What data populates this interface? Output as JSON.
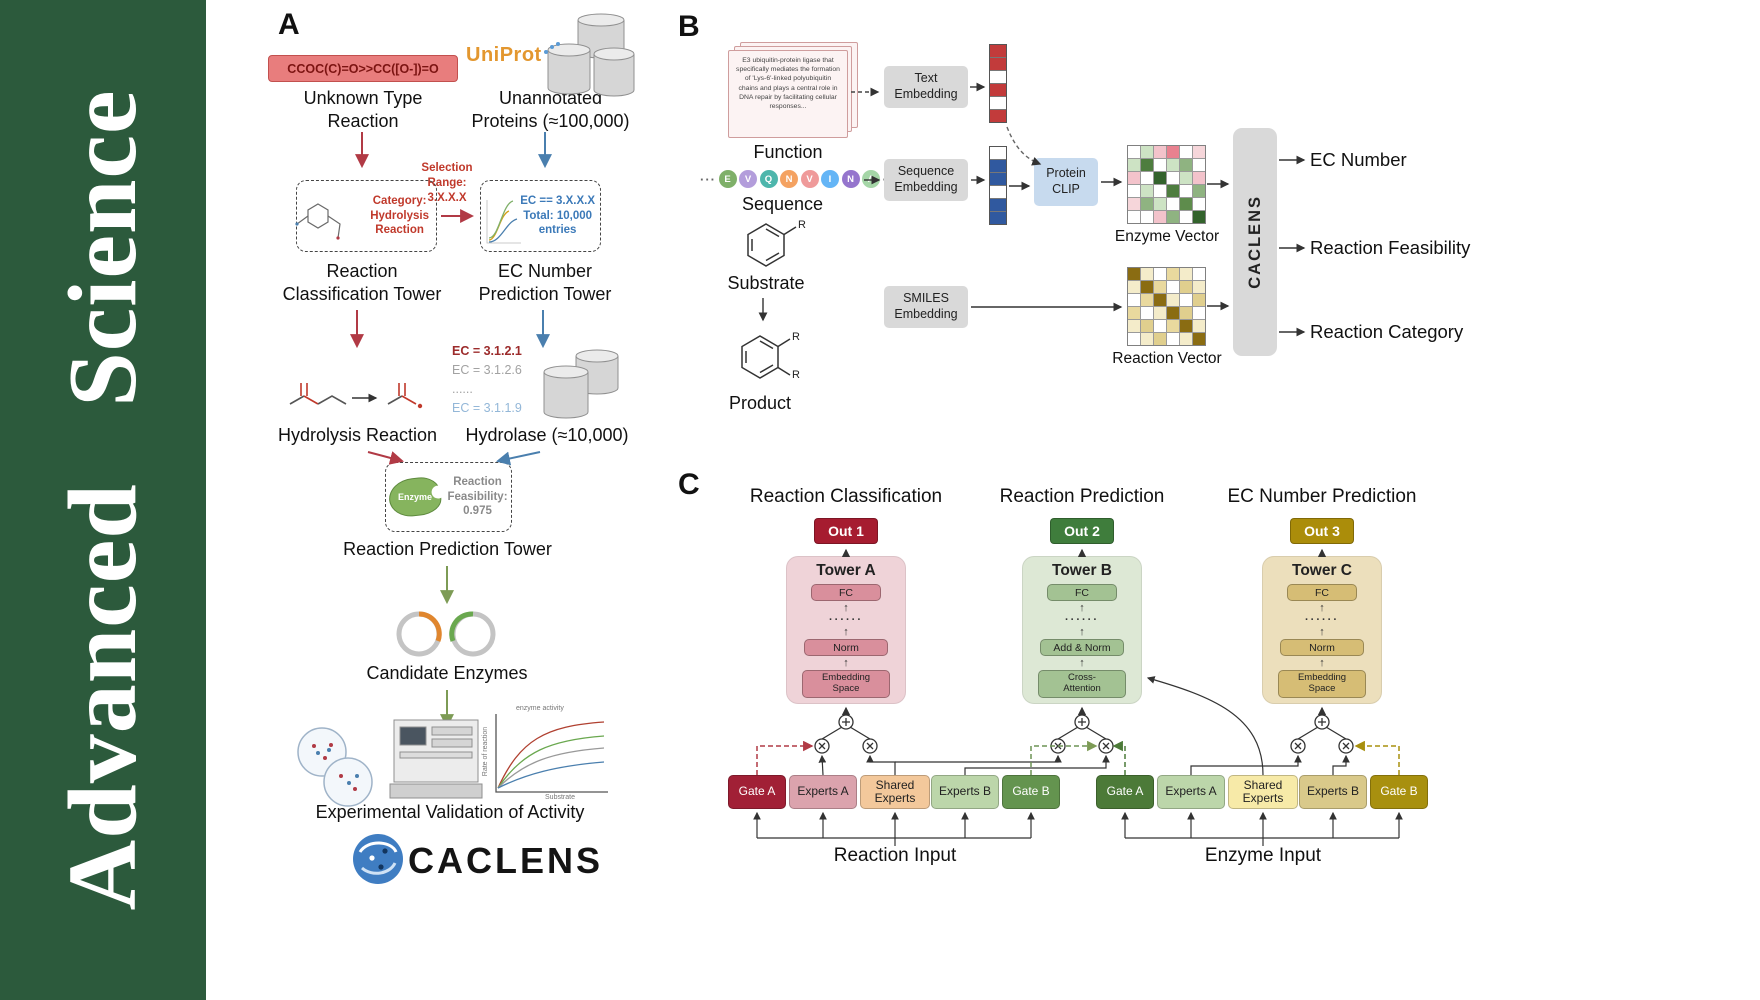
{
  "journal": {
    "title": "Advanced   Science"
  },
  "panelA": {
    "label": "A",
    "smiles_box": "CCOC(C)=O>>CC([O-])=O",
    "unknown_reaction": "Unknown Type\nReaction",
    "uniprot_logo": "UniProt",
    "unannotated_proteins": "Unannotated\nProteins (≈100,000)",
    "category_box": "Category:\nHydrolysis\nReaction",
    "selection_range": "Selection\nRange:\n3.X.X.X",
    "ec_filter_box": "EC == 3.X.X.X\nTotal: 10,000\nentries",
    "classification_tower": "Reaction\nClassification Tower",
    "ec_prediction_tower": "EC Number\nPrediction Tower",
    "ec_list": [
      "EC = 3.1.2.1",
      "EC = 3.1.2.6",
      "......",
      "EC = 3.1.1.9"
    ],
    "hydrolysis_reaction": "Hydrolysis Reaction",
    "hydrolase": "Hydrolase (≈10,000)",
    "enzyme_blob": "Enzyme",
    "feasibility": "Reaction\nFeasibility:\n0.975",
    "prediction_tower": "Reaction Prediction Tower",
    "candidate_enzymes": "Candidate Enzymes",
    "activity_plot": {
      "title": "enzyme activity",
      "ylabel": "Rate of reaction",
      "xlabel": "Substrate"
    },
    "validation": "Experimental Validation of Activity",
    "logo_text": "CACLENS"
  },
  "panelB": {
    "label": "B",
    "function_text": "E3 ubiquitin-protein ligase that specifically mediates the formation of 'Lys-6'-linked polyubiquitin chains and plays a central role in DNA repair by facilitating cellular responses...",
    "function_label": "Function",
    "sequence_prefix": "···",
    "sequence_suffix": "···",
    "sequence_letters": [
      {
        "ch": "E",
        "color": "#7fb069"
      },
      {
        "ch": "V",
        "color": "#b39ddb"
      },
      {
        "ch": "Q",
        "color": "#4db6ac"
      },
      {
        "ch": "N",
        "color": "#f4a261"
      },
      {
        "ch": "V",
        "color": "#ef9a9a"
      },
      {
        "ch": "I",
        "color": "#64b5f6"
      },
      {
        "ch": "N",
        "color": "#9575cd"
      },
      {
        "ch": "A",
        "color": "#a5d6a7"
      }
    ],
    "sequence_label": "Sequence",
    "substrate_label": "Substrate",
    "product_label": "Product",
    "substrate_r": "R",
    "product_r1": "R",
    "product_r2": "R",
    "text_embedding": "Text\nEmbedding",
    "sequence_embedding": "Sequence\nEmbedding",
    "smiles_embedding": "SMILES\nEmbedding",
    "protein_clip": "Protein\nCLIP",
    "enzyme_vector_label": "Enzyme Vector",
    "reaction_vector_label": "Reaction Vector",
    "caclens_label": "CACLENS",
    "outputs": [
      "EC Number",
      "Reaction Feasibility",
      "Reaction Category"
    ],
    "text_vector_cells": [
      "#c23b3b",
      "#c23b3b",
      "#ffffff",
      "#c23b3b",
      "#ffffff",
      "#c23b3b"
    ],
    "seq_vector_cells": [
      "#ffffff",
      "#30599f",
      "#30599f",
      "#ffffff",
      "#30599f",
      "#30599f"
    ],
    "enzyme_matrix": [
      [
        "#ffffff",
        "#cde3c4",
        "#f3c3cb",
        "#e8818f",
        "#ffffff",
        "#f6d6da"
      ],
      [
        "#cde3c4",
        "#4e7d3f",
        "#ffffff",
        "#cde3c4",
        "#8fb381",
        "#ffffff"
      ],
      [
        "#f3c3cb",
        "#ffffff",
        "#33632c",
        "#ffffff",
        "#cde3c4",
        "#f3c3cb"
      ],
      [
        "#ffffff",
        "#cde3c4",
        "#ffffff",
        "#4e7d3f",
        "#ffffff",
        "#8fb381"
      ],
      [
        "#f6d6da",
        "#8fb381",
        "#cde3c4",
        "#ffffff",
        "#5e8c4c",
        "#ffffff"
      ],
      [
        "#ffffff",
        "#ffffff",
        "#f3c3cb",
        "#8fb381",
        "#ffffff",
        "#33632c"
      ]
    ],
    "reaction_matrix": [
      [
        "#8a6c12",
        "#f4ecca",
        "#ffffff",
        "#e9d99e",
        "#f4ecca",
        "#ffffff"
      ],
      [
        "#f4ecca",
        "#8a6c12",
        "#e9d99e",
        "#ffffff",
        "#e0cf8e",
        "#f4ecca"
      ],
      [
        "#ffffff",
        "#e9d99e",
        "#8a6c12",
        "#f4ecca",
        "#ffffff",
        "#e0cf8e"
      ],
      [
        "#e9d99e",
        "#ffffff",
        "#f4ecca",
        "#8a6c12",
        "#e0cf8e",
        "#ffffff"
      ],
      [
        "#f4ecca",
        "#e0cf8e",
        "#ffffff",
        "#e9d99e",
        "#8a6c12",
        "#f4ecca"
      ],
      [
        "#ffffff",
        "#f4ecca",
        "#e0cf8e",
        "#ffffff",
        "#f4ecca",
        "#8a6c12"
      ]
    ]
  },
  "panelC": {
    "label": "C",
    "columns": [
      {
        "title": "Reaction Classification",
        "out": "Out 1",
        "out_color": "#a61c30",
        "tower": "Tower A",
        "tower_bg": "#efd3d8",
        "box_color": "#d98f9c",
        "fc": "FC",
        "dots": "······",
        "mid": "Norm",
        "bottom": "Embedding\nSpace"
      },
      {
        "title": "Reaction Prediction",
        "out": "Out 2",
        "out_color": "#3f7d3c",
        "tower": "Tower B",
        "tower_bg": "#dde8d5",
        "box_color": "#a3c293",
        "fc": "FC",
        "dots": "······",
        "mid": "Add & Norm",
        "bottom": "Cross-\nAttention"
      },
      {
        "title": "EC Number Prediction",
        "out": "Out 3",
        "out_color": "#ab8d0a",
        "tower": "Tower C",
        "tower_bg": "#ecdfbc",
        "box_color": "#d6bd75",
        "fc": "FC",
        "dots": "······",
        "mid": "Norm",
        "bottom": "Embedding\nSpace"
      }
    ],
    "groups": [
      {
        "input_label": "Reaction Input",
        "boxes": [
          {
            "label": "Gate A",
            "bg": "#a12036",
            "fg": "#ffffff"
          },
          {
            "label": "Experts A",
            "bg": "#dba3ad",
            "fg": "#222222"
          },
          {
            "label": "Shared\nExperts",
            "bg": "#f3c89b",
            "fg": "#222222"
          },
          {
            "label": "Experts B",
            "bg": "#bcd6aa",
            "fg": "#222222"
          },
          {
            "label": "Gate B",
            "bg": "#64944f",
            "fg": "#ffffff"
          }
        ]
      },
      {
        "input_label": "Enzyme Input",
        "boxes": [
          {
            "label": "Gate A",
            "bg": "#4c7a38",
            "fg": "#ffffff"
          },
          {
            "label": "Experts A",
            "bg": "#bcd6aa",
            "fg": "#222222"
          },
          {
            "label": "Shared\nExperts",
            "bg": "#f7eaa8",
            "fg": "#222222"
          },
          {
            "label": "Experts B",
            "bg": "#d9c98a",
            "fg": "#222222"
          },
          {
            "label": "Gate B",
            "bg": "#a8900f",
            "fg": "#ffffff"
          }
        ]
      }
    ]
  }
}
